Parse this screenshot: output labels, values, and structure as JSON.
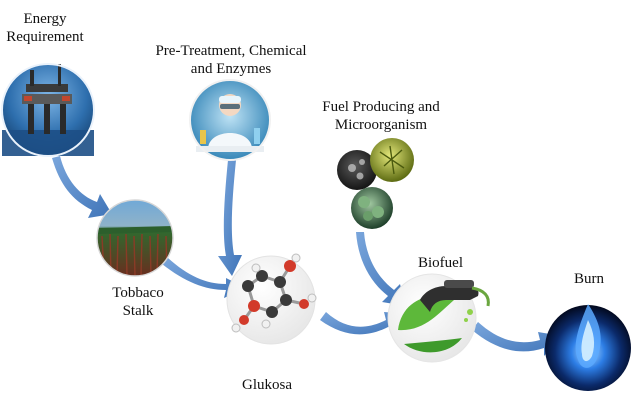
{
  "labels": {
    "energy": [
      "Energy",
      "Requirement"
    ],
    "pretreatment": [
      "Pre-Treatment, Chemical",
      "and Enzymes"
    ],
    "fuel_producing": [
      "Fuel Producing and",
      "Microorganism"
    ],
    "tobbaco": [
      "Tobbaco",
      "Stalk"
    ],
    "glukosa": "Glukosa",
    "biofuel": "Biofuel",
    "burn": "Burn"
  },
  "colors": {
    "arrow": "#5b8fd1",
    "arrow_dark": "#3f74b8"
  }
}
